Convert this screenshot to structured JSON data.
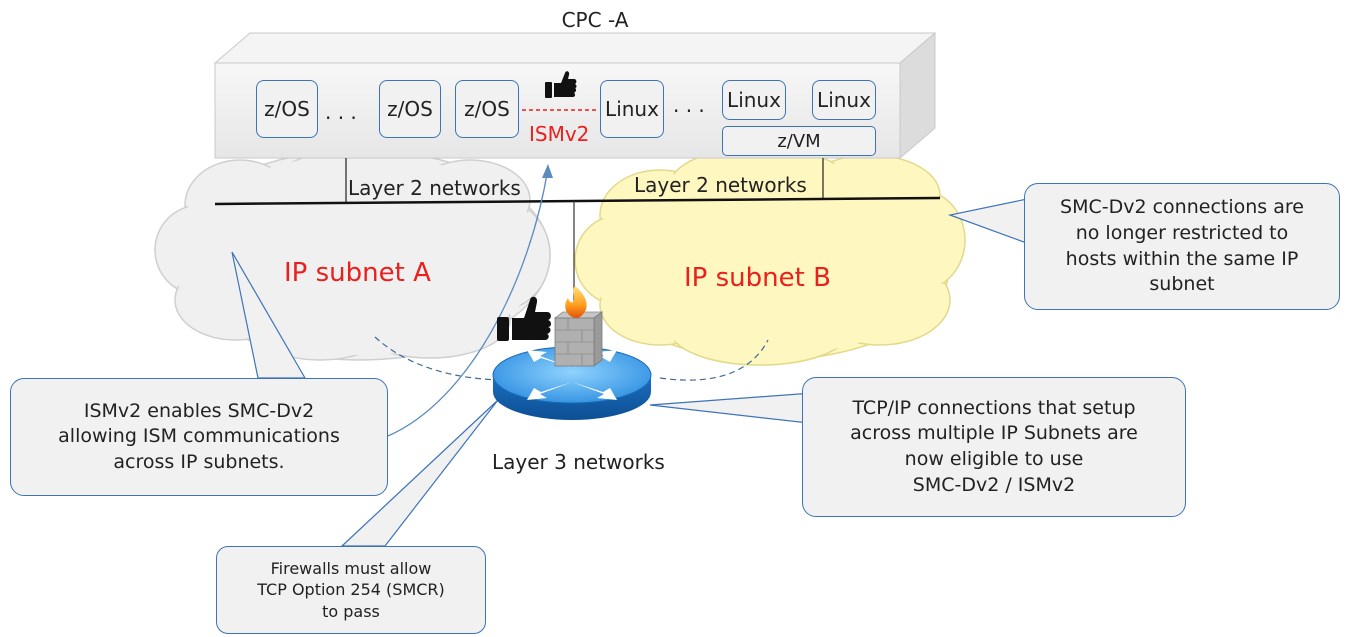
{
  "cpc": {
    "title": "CPC -A"
  },
  "lpars": {
    "zos1": "z/OS",
    "dots1": ". . .",
    "zos2": "z/OS",
    "zos3": "z/OS",
    "ism": "ISMv2",
    "linux1": "Linux",
    "dots2": ". . .",
    "linux2": "Linux",
    "linux3": "Linux",
    "zvm": "z/VM"
  },
  "networks": {
    "layer2_left": "Layer 2 networks",
    "layer2_right": "Layer 2 networks",
    "layer3": "Layer 3 networks"
  },
  "subnets": {
    "a": "IP subnet A",
    "b": "IP subnet B"
  },
  "callouts": {
    "smc_dv2": "SMC-Dv2 connections are\nno longer restricted to\nhosts within the same IP\nsubnet",
    "ismv2": "ISMv2 enables SMC-Dv2\nallowing ISM communications\nacross IP subnets.",
    "tcpip": "TCP/IP connections that setup\nacross multiple IP Subnets are\nnow eligible to use\nSMC-Dv2 / ISMv2",
    "firewall": "Firewalls must allow\nTCP Option 254 (SMCR)\nto pass"
  },
  "colors": {
    "accent_red": "#e8201e",
    "border_blue": "#3d74b8",
    "cloud_gray": "#f0f0f0",
    "cloud_yellow": "#fff7c0",
    "router_blue": "#1e7fd6"
  },
  "icons": [
    "thumbs-up-icon",
    "firewall-icon",
    "router-icon"
  ]
}
